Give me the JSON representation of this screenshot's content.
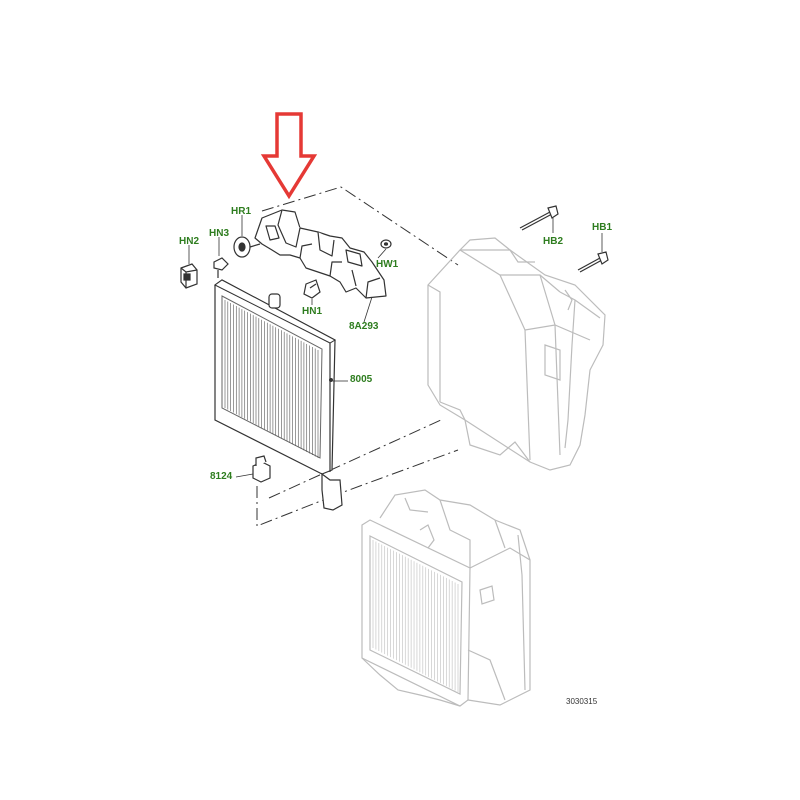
{
  "diagram": {
    "type": "exploded-parts-diagram",
    "reference_number": "3030315",
    "callout_color": "#2e7d1f",
    "line_color": "#333333",
    "ghost_line_color": "#bdbdbd",
    "highlight_arrow_color": "#e53935",
    "callouts": {
      "hn2": "HN2",
      "hn3": "HN3",
      "hr1": "HR1",
      "hn1": "HN1",
      "hw1": "HW1",
      "part_8a293": "8A293",
      "hb2": "HB2",
      "hb1": "HB1",
      "part_8005": "8005",
      "part_8124": "8124"
    }
  }
}
